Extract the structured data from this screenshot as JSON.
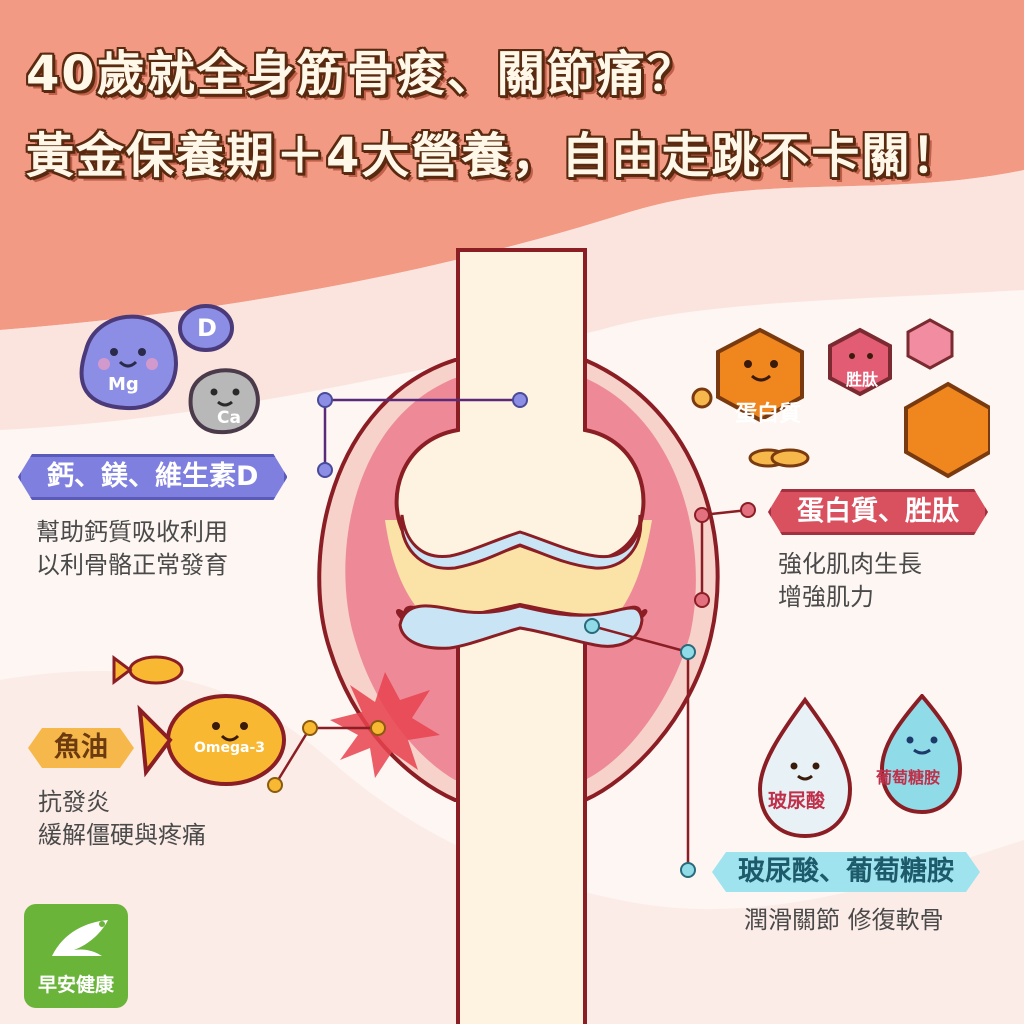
{
  "title": {
    "line1": "40歲就全身筋骨痠、關節痛？",
    "line2": "黃金保養期＋4大營養，自由走跳不卡關！"
  },
  "nutrients": {
    "calcium": {
      "tag": "鈣、鎂、維生素D",
      "desc": [
        "幫助鈣質吸收利用",
        "以利骨骼正常發育"
      ],
      "icon_labels": {
        "mg": "Mg",
        "ca": "Ca",
        "d": "D"
      }
    },
    "protein": {
      "tag": "蛋白質、胜肽",
      "desc": [
        "強化肌肉生長",
        "增強肌力"
      ],
      "icon_labels": {
        "protein": "蛋白質",
        "peptide": "胜肽"
      }
    },
    "fish_oil": {
      "tag": "魚油",
      "desc": [
        "抗發炎",
        "緩解僵硬與疼痛"
      ],
      "icon_labels": {
        "omega": "Omega-3"
      }
    },
    "hyaluronic": {
      "tag": "玻尿酸、葡萄糖胺",
      "desc": [
        "潤滑關節 修復軟骨"
      ],
      "icon_labels": {
        "hyaluronic": "玻尿酸",
        "glucosamine": "葡萄糖胺"
      }
    }
  },
  "brand": {
    "name": "早安健康"
  },
  "colors": {
    "header": "#f29a84",
    "bone": "#fdf3e0",
    "outline": "#8b1e24",
    "cartilage": "#c9e4f5",
    "synovial": "#fbe3a8",
    "capsule": "#ee8a98",
    "magnesium": "#8c8ee6",
    "protein": "#f0861e",
    "fish": "#f8b832",
    "drop": "#8fdce8",
    "logo": "#6ab43a"
  }
}
